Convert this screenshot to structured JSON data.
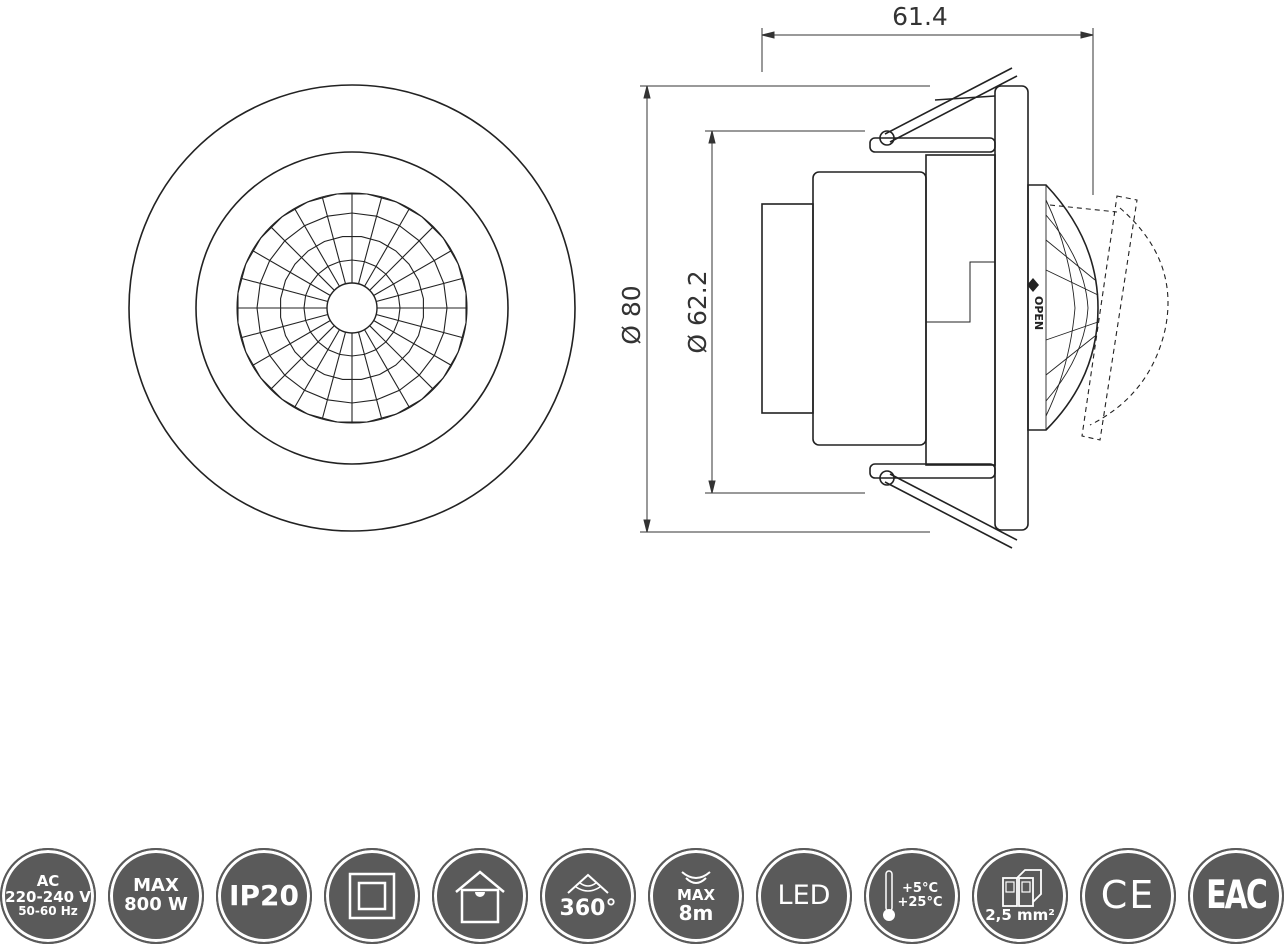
{
  "dimensions": {
    "width_depth": "61.4",
    "outer_diameter": "Ø 80",
    "cutout_diameter": "Ø 62.2",
    "open_label": "OPEN"
  },
  "badges": [
    {
      "icon": "voltage",
      "lines": [
        "AC",
        "220-240 V",
        "50-60 Hz"
      ]
    },
    {
      "icon": "power",
      "lines": [
        "MAX",
        "800 W"
      ]
    },
    {
      "icon": "ip-rating",
      "lines": [
        "IP20"
      ]
    },
    {
      "icon": "double-insulation-icon"
    },
    {
      "icon": "indoor-ceiling-mount-icon"
    },
    {
      "icon": "detection-angle",
      "lines": [
        "360°"
      ]
    },
    {
      "icon": "detection-range",
      "lines": [
        "MAX",
        "8m"
      ]
    },
    {
      "icon": "led",
      "lines": [
        "LED"
      ]
    },
    {
      "icon": "thermometer-icon",
      "lines": [
        "+5°C",
        "+25°C"
      ]
    },
    {
      "icon": "terminal-block-icon",
      "lines": [
        "2,5 mm²"
      ]
    },
    {
      "icon": "ce-mark",
      "lines": [
        "CE"
      ]
    },
    {
      "icon": "eac-mark",
      "lines": [
        "EAC"
      ]
    }
  ]
}
